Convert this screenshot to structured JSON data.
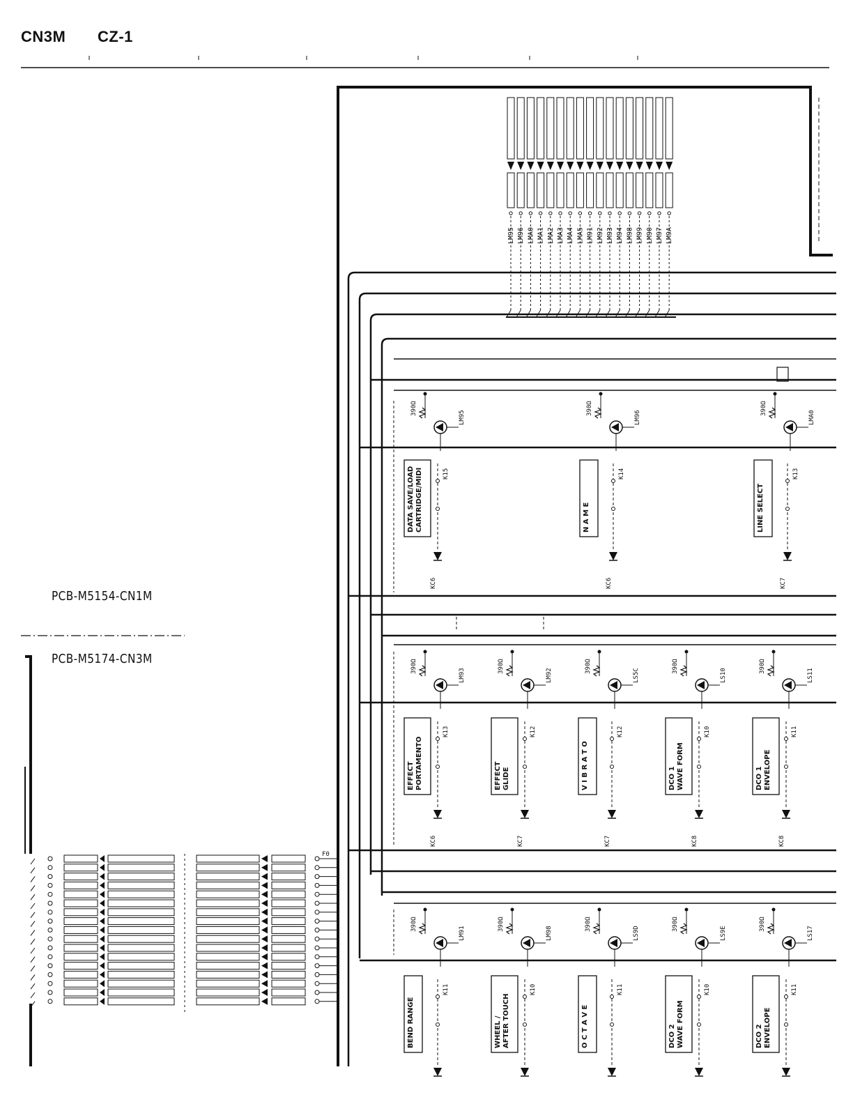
{
  "header": {
    "model_code": "CN3M",
    "model_name": "CZ-1"
  },
  "boards": {
    "upper": "PCB-M5154-CN1M",
    "lower": "PCB-M5174-CN3M"
  },
  "resistor_value": "390Ω",
  "row1": [
    {
      "switch": [
        "DATA SAVE/LOAD",
        "CARTRIDGE/MIDI"
      ],
      "key": "K15",
      "kc": "KC6",
      "led": "LM95"
    },
    {
      "switch": [
        "N A M E"
      ],
      "key": "K14",
      "kc": "KC6",
      "led": "LM96"
    },
    {
      "switch": [
        "LINE SELECT"
      ],
      "key": "K13",
      "kc": "KC7",
      "led": "LMA0"
    }
  ],
  "row2": [
    {
      "switch": [
        "EFFECT",
        "PORTAMENTO"
      ],
      "key": "K13",
      "kc": "KC6",
      "led": "LM93"
    },
    {
      "switch": [
        "EFFECT",
        "GLIDE"
      ],
      "key": "K12",
      "kc": "KC7",
      "led": "LM92"
    },
    {
      "switch": [
        "V I B R A T O"
      ],
      "key": "K12",
      "kc": "KC7",
      "led": "LS5C"
    },
    {
      "switch": [
        "DCO 1",
        "WAVE FORM"
      ],
      "key": "K10",
      "kc": "KC8",
      "led": "LS10"
    },
    {
      "switch": [
        "DCO 1",
        "ENVELOPE"
      ],
      "key": "K11",
      "kc": "KC8",
      "led": "LS11"
    }
  ],
  "row3": [
    {
      "switch": [
        "BEND RANGE"
      ],
      "key": "K11",
      "led": "LM91"
    },
    {
      "switch": [
        "WHEEL /",
        "AFTER TOUCH"
      ],
      "key": "K10",
      "led": "LM98"
    },
    {
      "switch": [
        "O C T A V E"
      ],
      "key": "K11",
      "led": "LS9D"
    },
    {
      "switch": [
        "DCO 2",
        "WAVE FORM"
      ],
      "key": "K10",
      "led": "LS9E"
    },
    {
      "switch": [
        "DCO 2",
        "ENVELOPE"
      ],
      "key": "K11",
      "led": "LS17"
    }
  ],
  "led_bus_labels": [
    "LM95",
    "LM96",
    "LMA0",
    "LMA1",
    "LMA2",
    "LMA3",
    "LMA4",
    "LMA5",
    "LM91",
    "LM92",
    "LM93",
    "LM94",
    "LM98",
    "LM99",
    "LM90",
    "LM97",
    "LM9A"
  ],
  "connector_right_pin_label": "F0"
}
